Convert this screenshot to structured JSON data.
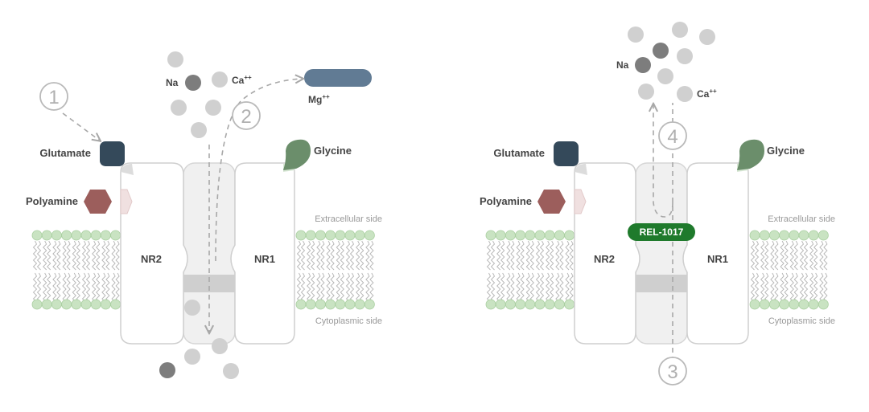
{
  "left_panel": {
    "labels": {
      "glutamate": "Glutamate",
      "polyamine": "Polyamine",
      "glycine": "Glycine",
      "nr2": "NR2",
      "nr1": "NR1",
      "extracellular": "Extracellular side",
      "cytoplasmic": "Cytoplasmic side",
      "na": "Na",
      "ca": "Ca",
      "ca_charge": "++",
      "mg": "Mg",
      "mg_charge": "++"
    },
    "steps": [
      "1",
      "2"
    ]
  },
  "right_panel": {
    "labels": {
      "glutamate": "Glutamate",
      "polyamine": "Polyamine",
      "glycine": "Glycine",
      "nr2": "NR2",
      "nr1": "NR1",
      "extracellular": "Extracellular side",
      "cytoplasmic": "Cytoplasmic side",
      "na": "Na",
      "ca": "Ca",
      "ca_charge": "++",
      "drug": "REL-1017"
    },
    "steps": [
      "4",
      "3"
    ]
  },
  "colors": {
    "glutamate": "#34495a",
    "polyamine": "#9c5e5c",
    "glycine": "#6b8e6b",
    "mg_block": "#617b94",
    "drug": "#1f7a2c",
    "membrane_head": "#c9e3c2",
    "ion_light": "#d0d0d0",
    "ion_dark": "#7d7d7d"
  }
}
